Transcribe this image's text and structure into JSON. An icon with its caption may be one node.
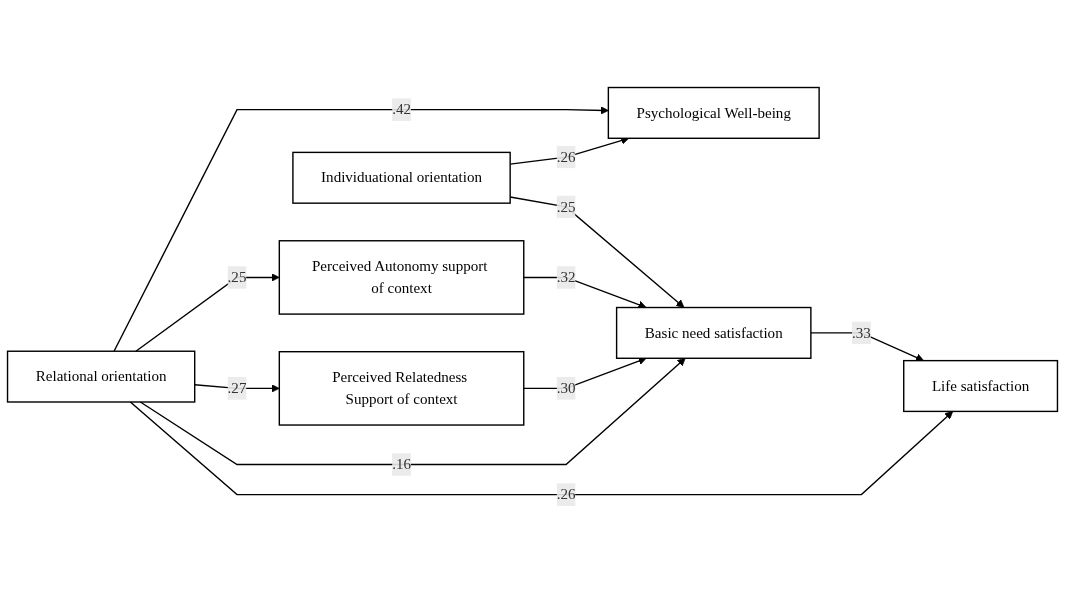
{
  "diagram": {
    "nodes": [
      {
        "text": [
          "Relational orientation"
        ]
      },
      {
        "text": [
          "Perceived Relatedness Support of context"
        ]
      },
      {
        "text": [
          "Individuational orientation"
        ]
      },
      {
        "text": [
          "Perceived Autonomy support of context"
        ]
      },
      {
        "text": [
          "Basic need satisfaction"
        ]
      },
      {
        "text": [
          "Life satisfaction"
        ]
      },
      {
        "text": [
          "Psychological Well-being"
        ]
      }
    ],
    "edges": [
      {
        "from": 0,
        "to": 5,
        "arrow": "to",
        "label": ".26"
      },
      {
        "from": 0,
        "to": 4,
        "arrow": "to",
        "label": ".16"
      },
      {
        "from": 0,
        "to": 1,
        "arrow": "to",
        "label": ".27"
      },
      {
        "from": 0,
        "to": 3,
        "arrow": "to",
        "label": ".25"
      },
      {
        "from": 1,
        "to": 4,
        "arrow": "to",
        "label": ".30"
      },
      {
        "from": 3,
        "to": 4,
        "arrow": "to",
        "label": ".32"
      },
      {
        "from": 2,
        "to": 4,
        "arrow": "to",
        "label": ".25"
      },
      {
        "from": 4,
        "to": 5,
        "arrow": "to",
        "label": ".33"
      },
      {
        "from": 2,
        "to": 6,
        "arrow": "to",
        "label": ".26"
      },
      {
        "from": 0,
        "to": 6,
        "arrow": "to",
        "label": ".42"
      }
    ]
  }
}
